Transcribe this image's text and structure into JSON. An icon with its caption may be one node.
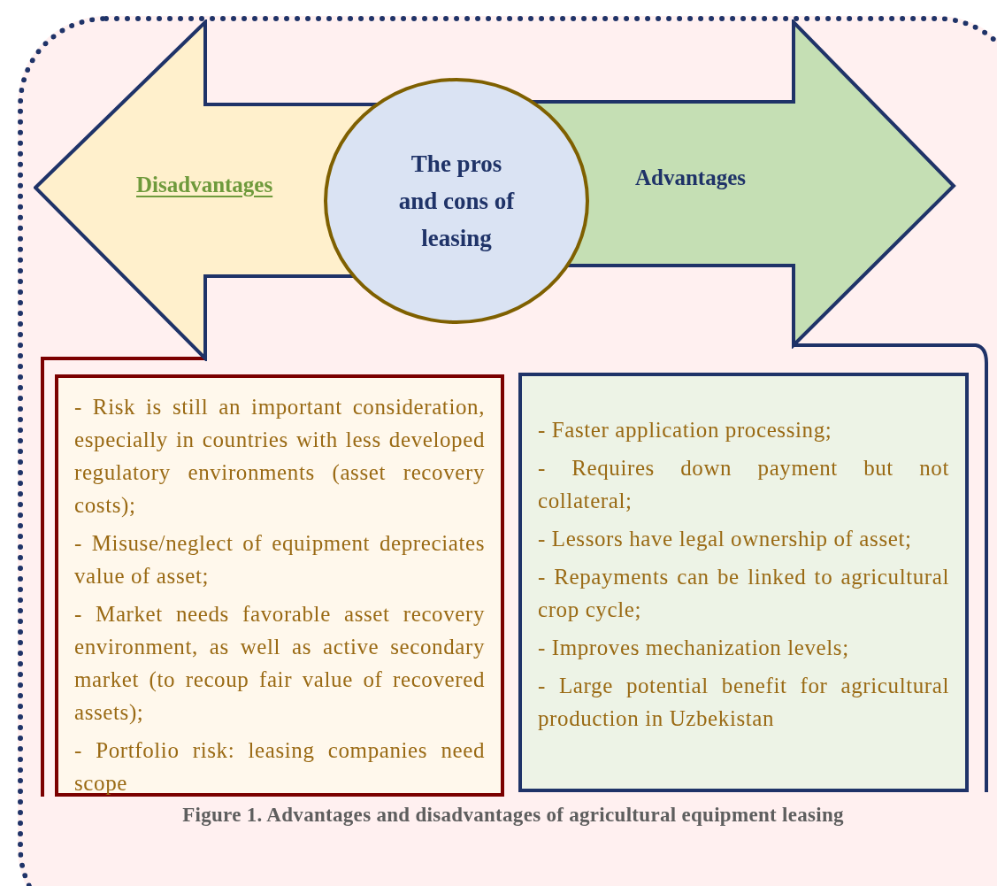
{
  "diagram": {
    "caption": "Figure 1. Advantages and disadvantages of agricultural equipment  leasing",
    "nodes": [
      {
        "text": [
          "Disadvantages"
        ]
      },
      {
        "text": [
          "The pros and cons of leasing"
        ]
      },
      {
        "text": [
          "Advantages"
        ]
      },
      {
        "text": [
          "- Risk is still an important consideration, especially in countries with less developed regulatory environments (asset recovery costs);",
          "- Misuse/neglect of equipment depreciates value of asset;",
          "- Market needs favorable asset recovery environment, as well as active secondary market (to recoup fair value of recovered assets);",
          "- Portfolio risk: leasing companies need scope"
        ]
      },
      {
        "text": [
          "- Faster application processing;",
          "- Requires down payment but not collateral;",
          "- Lessors have legal ownership of asset;",
          "- Repayments can be linked to agricultural crop cycle;",
          "- Improves mechanization levels;",
          "- Large potential benefit for agricultural production in Uzbekistan"
        ]
      }
    ]
  }
}
